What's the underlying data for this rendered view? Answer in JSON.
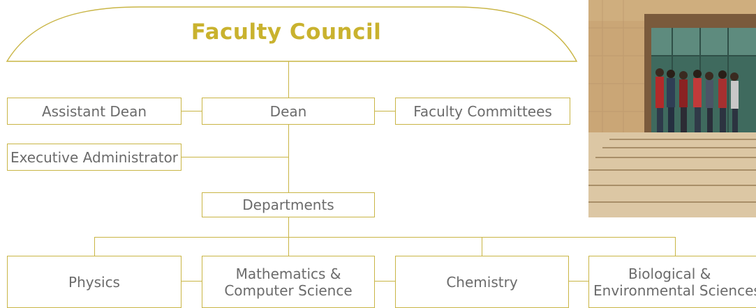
{
  "council": {
    "title": "Faculty Council"
  },
  "nodes": {
    "assistant_dean": "Assistant Dean",
    "dean": "Dean",
    "faculty_committees": "Faculty Committees",
    "executive_administrator": "Executive Administrator",
    "departments": "Departments"
  },
  "departments": {
    "physics": "Physics",
    "math_cs_line1": "Mathematics &",
    "math_cs_line2": "Computer Science",
    "chemistry": "Chemistry",
    "bio_env_line1": "Biological &",
    "bio_env_line2": "Environmental Sciences"
  },
  "colors": {
    "accent": "#c9b545",
    "title": "#c9b22e",
    "text": "#6b6b6b"
  },
  "photo": {
    "icon": "faculty-building-entrance-photo"
  }
}
